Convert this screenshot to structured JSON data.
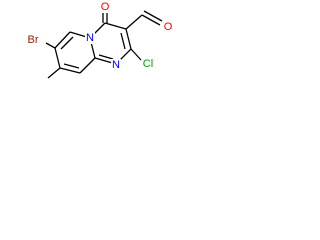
{
  "molecule": {
    "atoms": {
      "bromine": {
        "label": "Br",
        "color": "#8b2500"
      },
      "oxygen_ketone": {
        "label": "O",
        "color": "#ff0000"
      },
      "oxygen_aldehyde": {
        "label": "O",
        "color": "#ff0000"
      },
      "nitrogen_ring": {
        "label": "N",
        "color": "#0000ff"
      },
      "nitrogen_bridge": {
        "label": "N",
        "color": "#0000ff"
      },
      "chlorine": {
        "label": "Cl",
        "color": "#00a000"
      }
    },
    "bond_color": "#000000"
  }
}
